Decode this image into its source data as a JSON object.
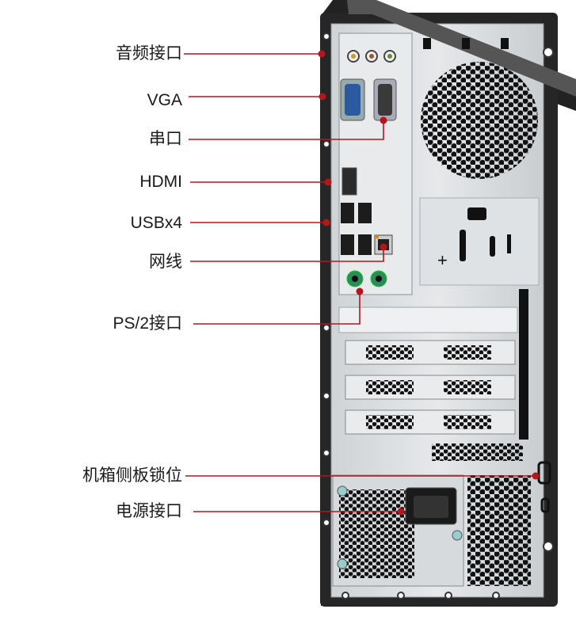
{
  "labels": [
    {
      "id": "audio-port",
      "text": "音频接口"
    },
    {
      "id": "vga-port",
      "text": "VGA"
    },
    {
      "id": "serial-port",
      "text": "串口"
    },
    {
      "id": "hdmi-port",
      "text": "HDMI"
    },
    {
      "id": "usb-ports",
      "text": "USBx4"
    },
    {
      "id": "network-port",
      "text": "网线"
    },
    {
      "id": "ps2-port",
      "text": "PS/2接口"
    },
    {
      "id": "side-panel-lock",
      "text": "机箱侧板锁位"
    },
    {
      "id": "power-port",
      "text": "电源接口"
    }
  ],
  "colors": {
    "leader_line": "#b5161c",
    "case_body": "#2b2b2b",
    "panel_metal": "#d9dcde",
    "panel_edge": "#9fa3a6",
    "vga_blue": "#2c5aa0",
    "ps2_green": "#2f8a5a",
    "hole": "#111111"
  }
}
